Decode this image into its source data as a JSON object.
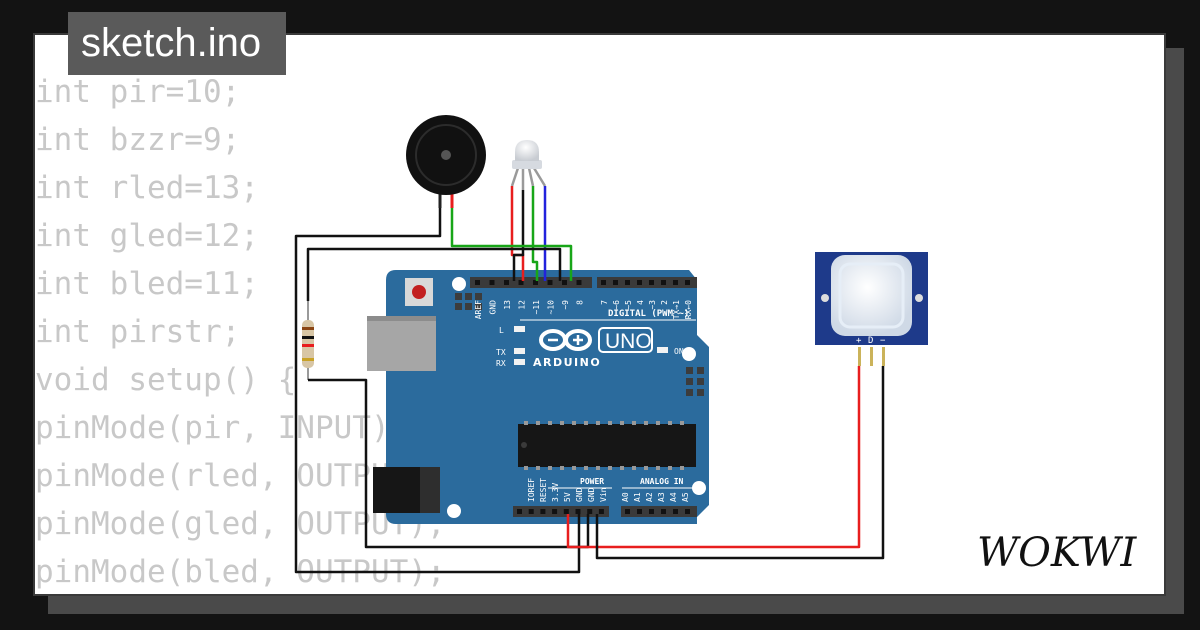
{
  "file_tab": {
    "label": "sketch.ino"
  },
  "code_lines": [
    "int pir=10;",
    "int bzzr=9;",
    "int rled=13;",
    "int gled=12;",
    "int bled=11;",
    "int pirstr;",
    "void setup() {",
    "pinMode(pir, INPUT);",
    "pinMode(rled, OUTPUT);",
    "pinMode(gled, OUTPUT);",
    "pinMode(bled, OUTPUT);"
  ],
  "board": {
    "brand": "ARDUINO",
    "model": "UNO",
    "digital_header_label": "DIGITAL (PWM ~)",
    "digital_pins": [
      "AREF",
      "GND",
      "13",
      "12",
      "~11",
      "~10",
      "~9",
      "8",
      "7",
      "~6",
      "~5",
      "4",
      "~3",
      "2",
      "TX→1",
      "RX←0"
    ],
    "led_labels": {
      "l": "L",
      "tx": "TX",
      "rx": "RX",
      "on": "ON"
    },
    "power_header_label": "POWER",
    "power_pins": [
      "IOREF",
      "RESET",
      "3.3V",
      "5V",
      "GND",
      "GND",
      "Vin"
    ],
    "analog_header_label": "ANALOG IN",
    "analog_pins": [
      "A0",
      "A1",
      "A2",
      "A3",
      "A4",
      "A5"
    ]
  },
  "pir_sensor": {
    "pin_labels": [
      "+",
      "D",
      "−"
    ]
  },
  "wire_colors": {
    "red": "#e81e1e",
    "green": "#18a618",
    "blue": "#2222dd",
    "black": "#111111"
  },
  "brand_logo": "WOKWI"
}
